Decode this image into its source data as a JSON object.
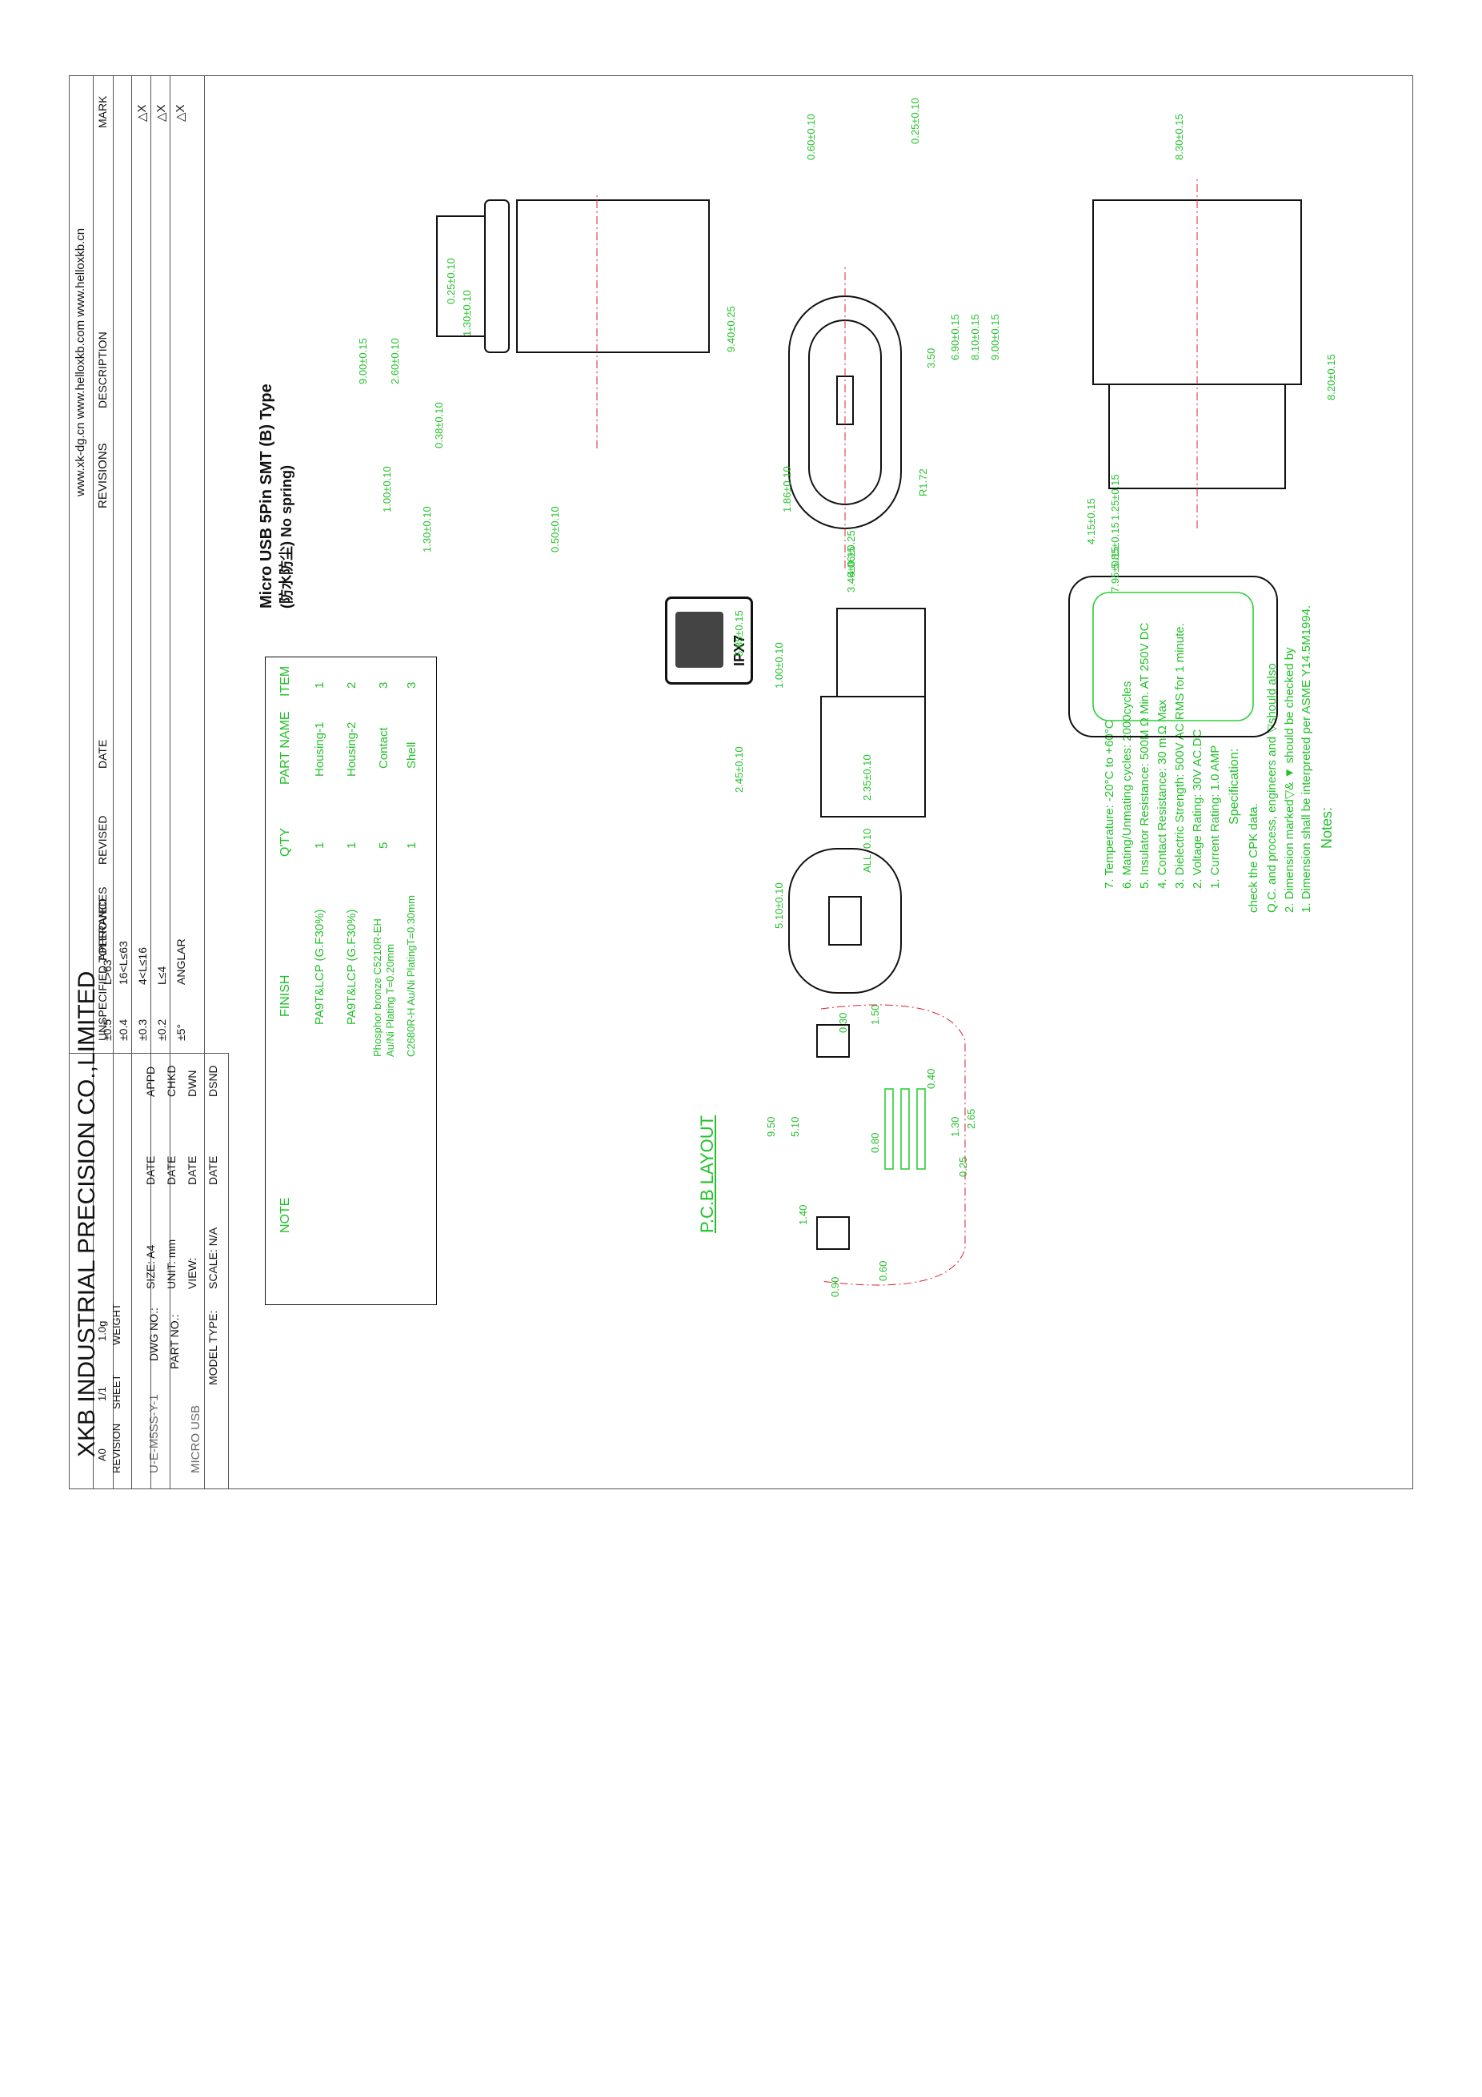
{
  "sheet": {
    "title": "Micro USB 5Pin  SMT (B) Type",
    "subtitle": "(防水防尘) No spring)",
    "ipx_badge": "IPX7",
    "pcb_layout_label": "P.C.B LAYOUT",
    "company": "XKB INDUSTRIAL PRECISION CO.,LIMITED",
    "websites": "www.xk-dg.cn   www.helloxkb.com   www.helloxkb.cn"
  },
  "revisions": {
    "header_revisions": "REVISIONS",
    "marks": [
      "△X",
      "△X",
      "△X"
    ],
    "columns": [
      "MARK",
      "DESCRIPTION",
      "DATE",
      "REVISED",
      "APPROVED"
    ]
  },
  "tolerances": {
    "heading": "UNSPECIFIED TOLERANCES",
    "rows": [
      {
        "range": "ANGLAR",
        "value": "±5°"
      },
      {
        "range": "L≤4",
        "value": "±0.2"
      },
      {
        "range": "4<L≤16",
        "value": "±0.3"
      },
      {
        "range": "16<L≤63",
        "value": "±0.4"
      },
      {
        "range": "L>63",
        "value": "±0.5"
      }
    ]
  },
  "signoff": {
    "rows": [
      {
        "role": "DSND",
        "date": "DATE"
      },
      {
        "role": "DWN",
        "date": "DATE"
      },
      {
        "role": "CHKD",
        "date": "DATE"
      },
      {
        "role": "APPD",
        "date": "DATE"
      }
    ],
    "scale": "SCALE: N/A",
    "view": "VIEW:",
    "unit": "UNIT: mm",
    "size": "SIZE: A4",
    "model_type_label": "MODEL TYPE:",
    "model_type_value": "MICRO USB",
    "part_no_label": "PART NO.:",
    "dwg_no_label": "DWG NO.:",
    "dwg_no_value": "U-E-M5SS-Y-1",
    "weight_label": "WEIGHT",
    "weight_value": "1.0g",
    "sheet_label": "SHEET",
    "sheet_value": "1/1",
    "revision_label": "REVISION",
    "revision_value": "A0"
  },
  "bom": {
    "columns": [
      "ITEM",
      "PART NAME",
      "Q'TY",
      "FINISH",
      "NOTE"
    ],
    "rows": [
      {
        "item": "3",
        "name": "Shell",
        "qty": "1",
        "finish": "C2680R-H Au/Ni PlatingT=0.30mm"
      },
      {
        "item": "3",
        "name": "Contact",
        "qty": "5",
        "finish": "Phosphor bronze C5210R-EH",
        "finish2": "Au/Ni Plating T=0.20mm"
      },
      {
        "item": "2",
        "name": "Housing-2",
        "qty": "1",
        "finish": "PA9T&LCP (G.F30%)"
      },
      {
        "item": "1",
        "name": "Housing-1",
        "qty": "1",
        "finish": "PA9T&LCP (G.F30%)"
      }
    ]
  },
  "notes": {
    "heading": "Notes:",
    "items": [
      "1. Dimension shall be interpreted per ASME Y14.5M1994.",
      "2. Dimension marked▽& ▼ should be checked by",
      "   Q.C. and process, engineers and ▽should also",
      "   check the CPK data."
    ],
    "spec_heading": "Specification:",
    "spec": [
      "1. Current Rating: 1.0 AMP",
      "2. Voltage Rating: 30V AC.DC",
      "3. Dielectric Strength: 500V AC RMS for 1 minute.",
      "4. Contact Resistance: 30 m Ω Max",
      "5. Insulator Resistance: 500M Ω Min. AT 250V DC",
      "6. Mating/Unmating cycles: 2000cycles",
      "7. Temperature: -20°C to +60°C"
    ]
  },
  "dims": {
    "side_view": [
      "0.25±0.10",
      "1.30±0.10",
      "9.00±0.15",
      "2.60±0.10",
      "0.38±0.10",
      "1.00±0.10",
      "1.30±0.10",
      "0.50±0.10",
      "9.40±0.25"
    ],
    "front_view": [
      "0.60±0.10",
      "0.25±0.10",
      "9.00±0.15",
      "8.10±0.15",
      "6.90±0.15",
      "3.50",
      "R1.72",
      "1.86±0.10",
      "4.06±0.25",
      "3.46±0.15"
    ],
    "top_view": [
      "8.30±0.15",
      "8.20±0.15",
      "1.25±0.15",
      "4.15±0.15",
      "5.85±0.15",
      "7.95±0.15"
    ],
    "profile_view": [
      "5.85±0.15",
      "1.00±0.10",
      "2.45±0.10",
      "2.35±0.10",
      "0.10",
      "ALL"
    ],
    "bottom_view": [
      "5.10±0.10"
    ],
    "pcb": [
      "1.50",
      "0.30",
      "0.40",
      "2.65",
      "1.30",
      "5.10",
      "9.50",
      "0.80",
      "0.25",
      "1.40",
      "0.60",
      "0.90"
    ]
  },
  "colors": {
    "dimension": "#22c12a",
    "outline": "#111111",
    "centerline": "#dd2233",
    "frame": "#555555"
  }
}
